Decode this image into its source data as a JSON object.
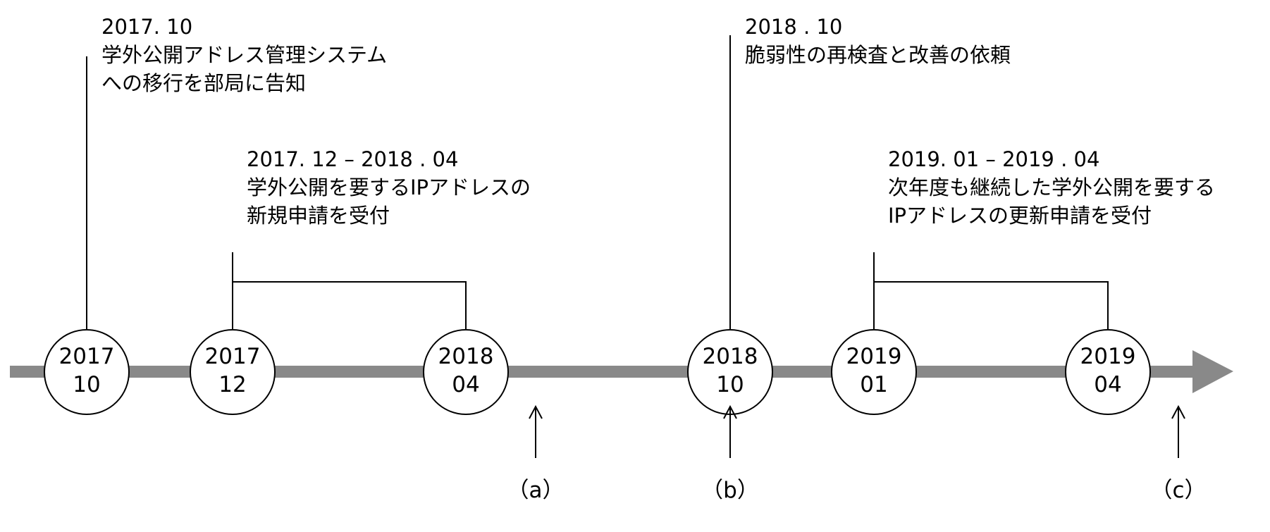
{
  "nodes": [
    {
      "id": "n1",
      "year": "2017",
      "month": "10"
    },
    {
      "id": "n2",
      "year": "2017",
      "month": "12"
    },
    {
      "id": "n3",
      "year": "2018",
      "month": "04"
    },
    {
      "id": "n4",
      "year": "2018",
      "month": "10"
    },
    {
      "id": "n5",
      "year": "2019",
      "month": "01"
    },
    {
      "id": "n6",
      "year": "2019",
      "month": "04"
    }
  ],
  "events": [
    {
      "date": "2017. 10",
      "line1": "学外公開アドレス管理システム",
      "line2": "への移行を部局に告知"
    },
    {
      "date": "2017. 12 – 2018 . 04",
      "line1": "学外公開を要するIPアドレスの",
      "line2": "新規申請を受付"
    },
    {
      "date": "2018 . 10",
      "line1": "脆弱性の再検査と改善の依頼"
    },
    {
      "date": "2019. 01 – 2019 . 04",
      "line1": "次年度も継続した学外公開を要する",
      "line2": "IPアドレスの更新申請を受付"
    }
  ],
  "markers": [
    {
      "label": "（a）"
    },
    {
      "label": "（b）"
    },
    {
      "label": "（c）"
    }
  ],
  "colors": {
    "timeline": "#898989",
    "line": "#000000"
  }
}
